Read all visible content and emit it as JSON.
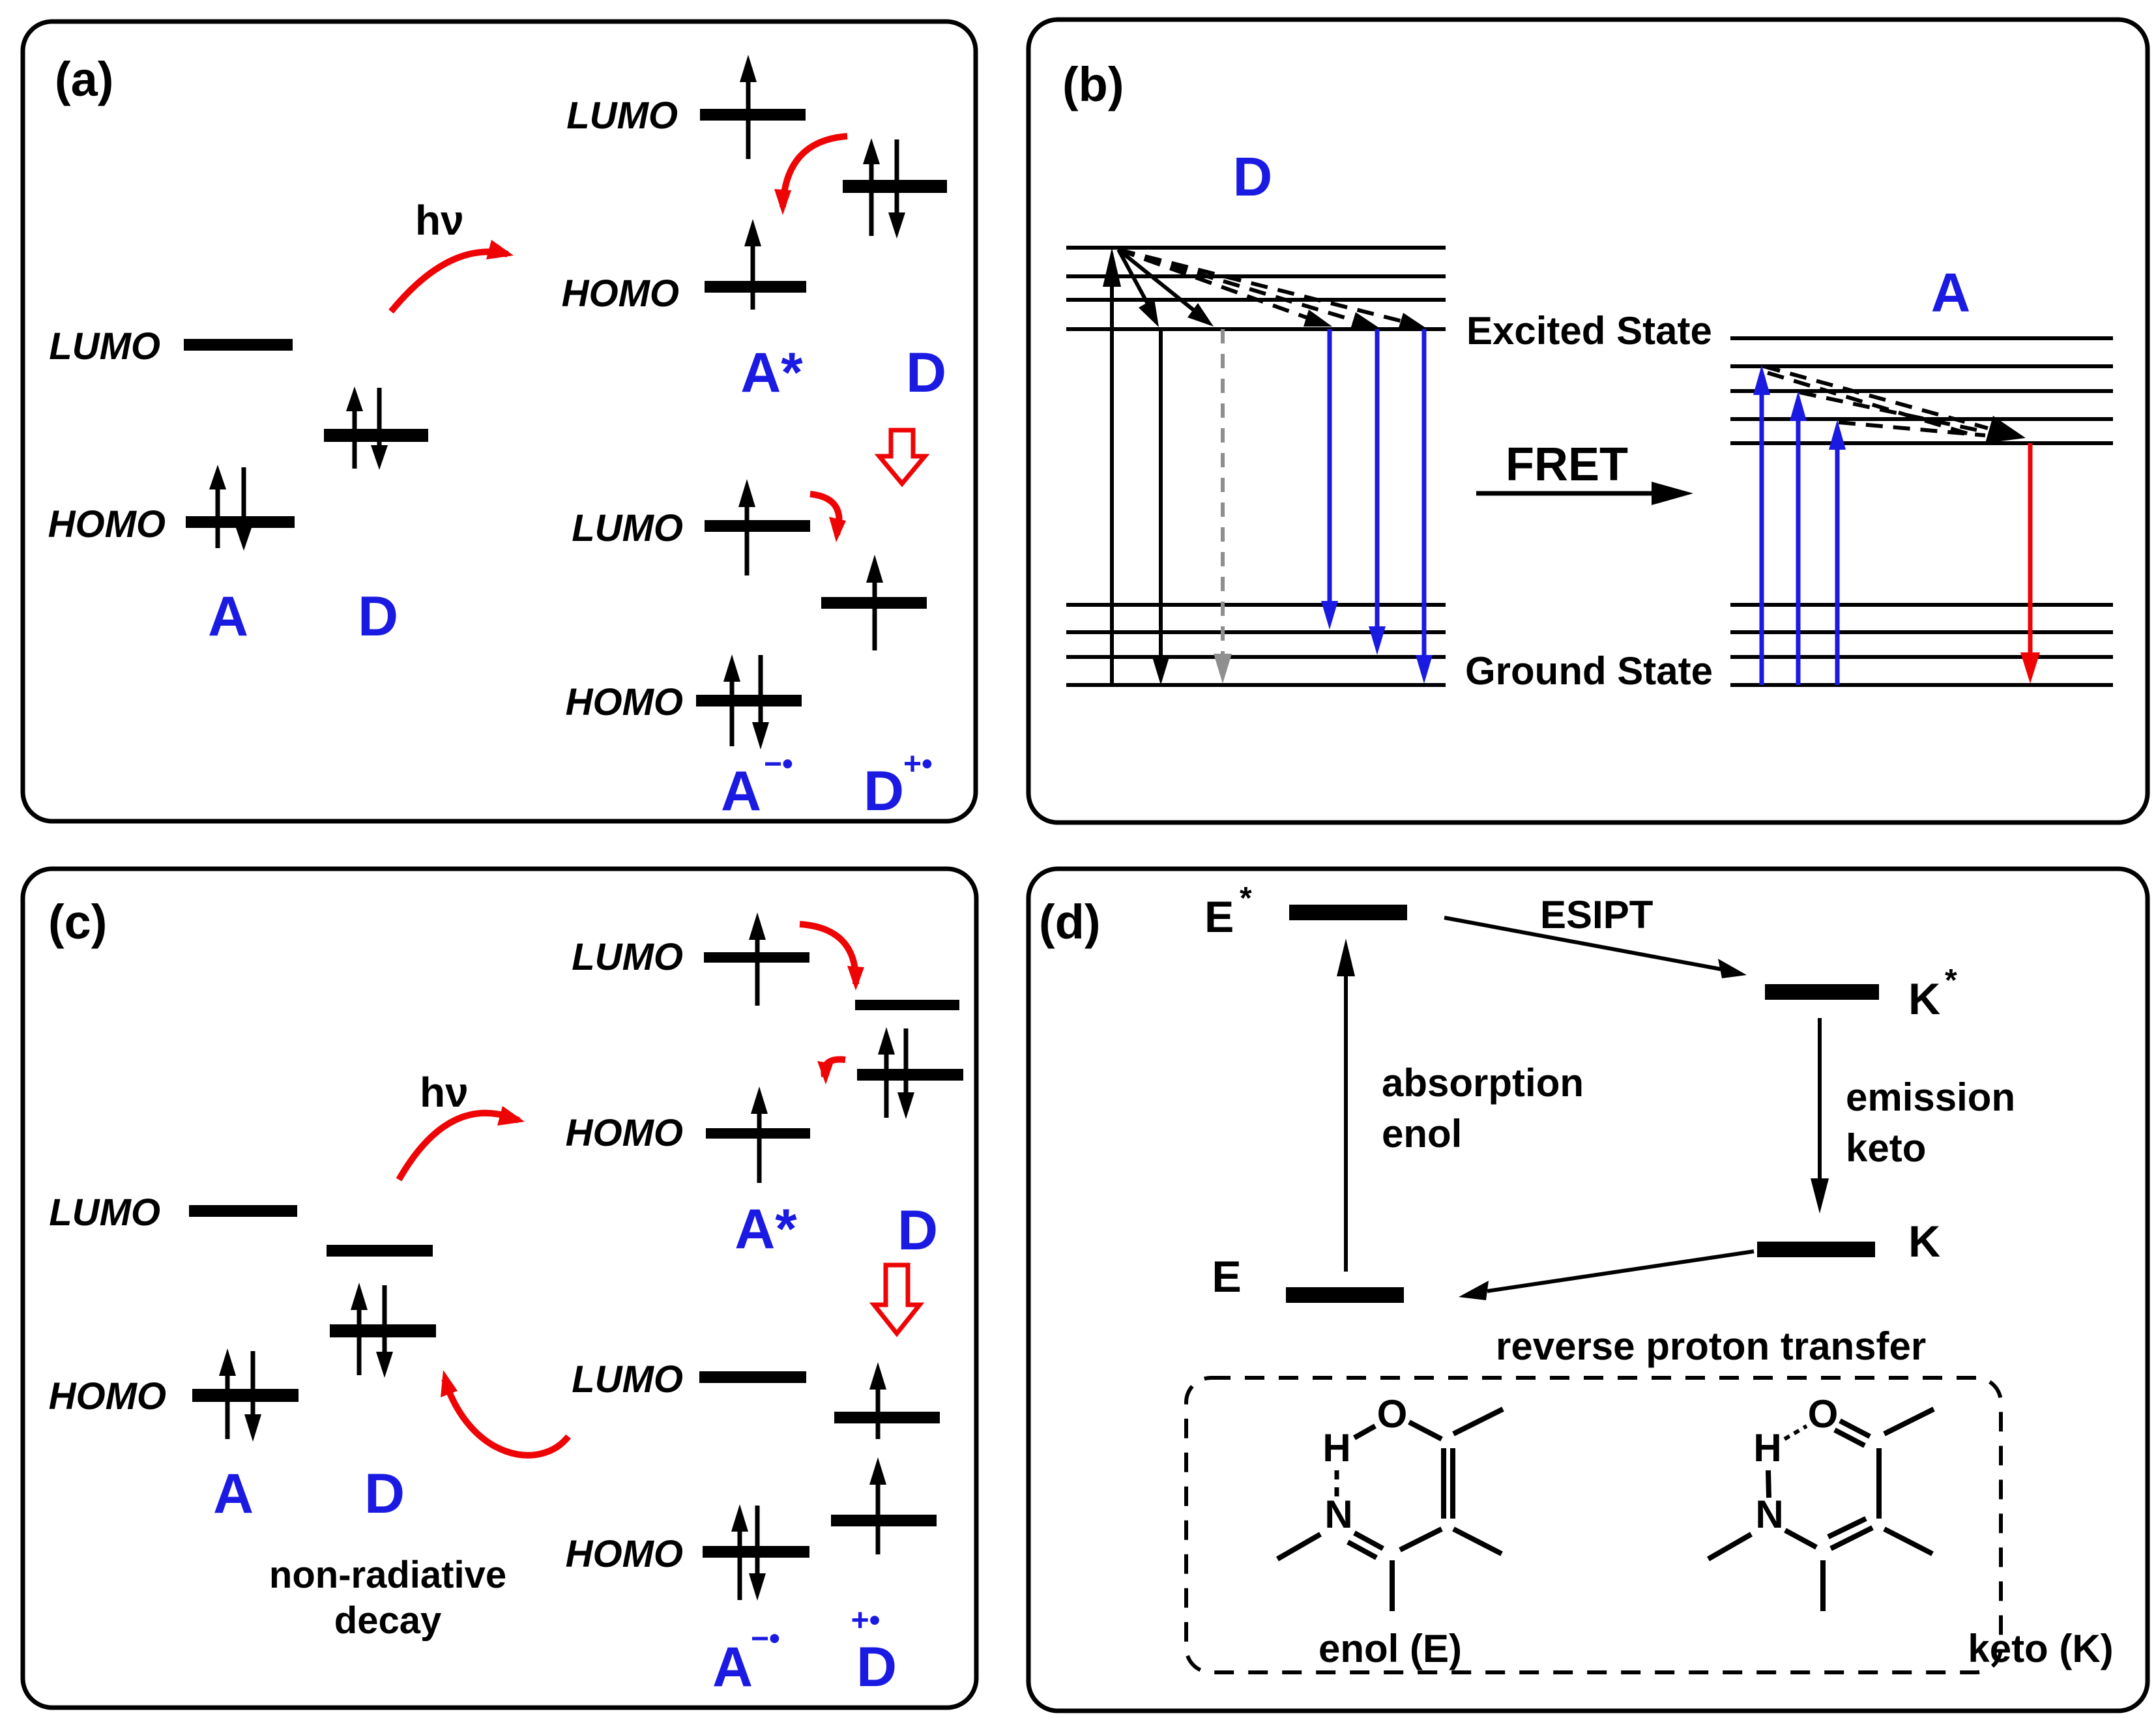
{
  "colors": {
    "accent_blue": "#1b1ae2",
    "accent_red": "#ee0404",
    "gray_arrow": "#8f8f8f",
    "ink": "#000000"
  },
  "panel_a": {
    "tag": "(a)",
    "excitation": "hν",
    "labels": {
      "lumo": "LUMO",
      "homo": "HOMO"
    },
    "ground_pair": {
      "acceptor": "A",
      "donor": "D"
    },
    "excited_pair": {
      "acceptor": "A*",
      "donor": "D"
    },
    "charge_pair": {
      "acceptor": "A",
      "acceptor_charge": "−•",
      "donor": "D",
      "donor_charge": "+•"
    }
  },
  "panel_b": {
    "tag": "(b)",
    "donor": "D",
    "acceptor": "A",
    "excited_state": "Excited State",
    "ground_state": "Ground State",
    "process": "FRET"
  },
  "panel_c": {
    "tag": "(c)",
    "excitation": "hν",
    "labels": {
      "lumo": "LUMO",
      "homo": "HOMO"
    },
    "ground_pair": {
      "acceptor": "A",
      "donor": "D"
    },
    "excited_pair": {
      "acceptor": "A*",
      "donor": "D"
    },
    "charge_pair": {
      "acceptor": "A",
      "acceptor_charge": "−•",
      "donor": "D",
      "donor_charge": "+•"
    },
    "decay_line1": "non-radiative",
    "decay_line2": "decay"
  },
  "panel_d": {
    "tag": "(d)",
    "levels": {
      "e_excited": "E",
      "e_excited_sup": "*",
      "k_excited": "K",
      "k_excited_sup": "*",
      "e_ground": "E",
      "k_ground": "K"
    },
    "processes": {
      "esipt": "ESIPT",
      "absorption_line1": "absorption",
      "absorption_line2": "enol",
      "emission_line1": "emission",
      "emission_line2": "keto",
      "reverse": "reverse proton transfer"
    },
    "molecules": {
      "enol_label": "enol (E)",
      "keto_label": "keto (K)",
      "atom_o": "O",
      "atom_h": "H",
      "atom_n": "N"
    }
  }
}
